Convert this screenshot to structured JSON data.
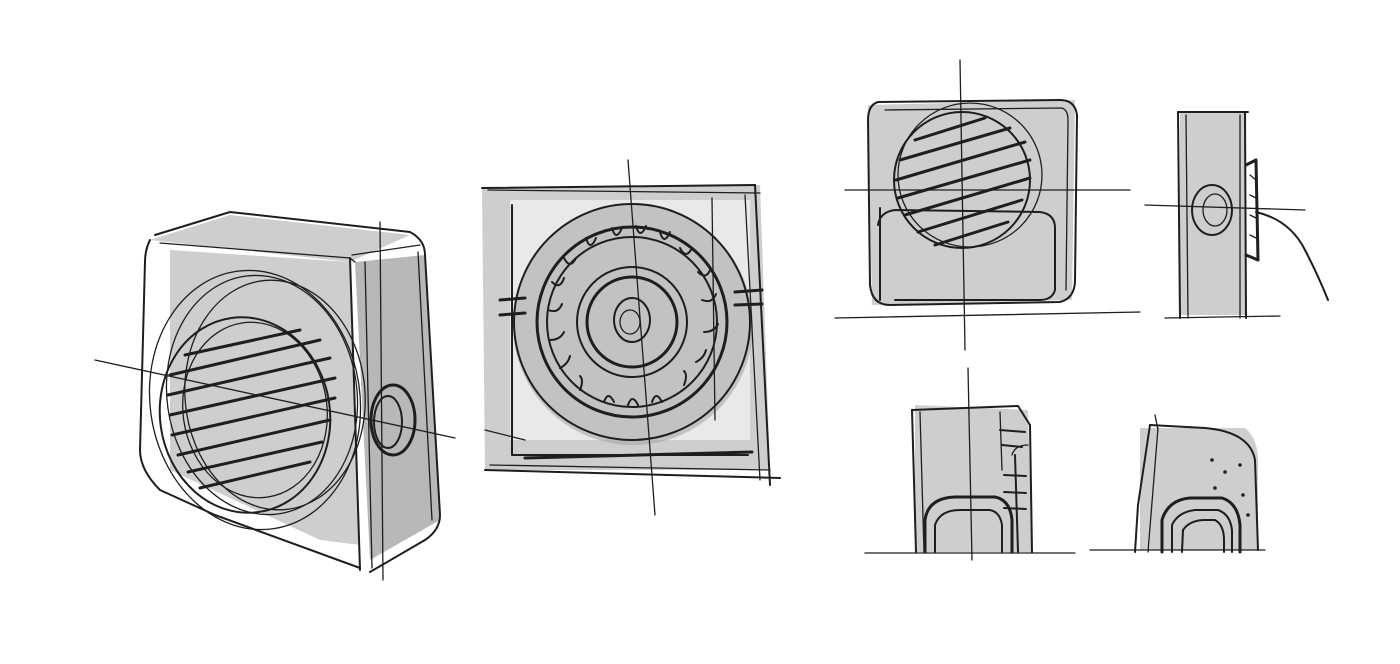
{
  "image": {
    "kind": "hand-drawn product sketches",
    "ink_color": "#1e1e1e",
    "marker_color": "#bdbdbd",
    "background_color": "#ffffff"
  },
  "views": [
    {
      "name": "perspective-view"
    },
    {
      "name": "front-view"
    },
    {
      "name": "orthographic-front-view"
    },
    {
      "name": "orthographic-side-view"
    },
    {
      "name": "back-view-left"
    },
    {
      "name": "back-view-right"
    }
  ]
}
